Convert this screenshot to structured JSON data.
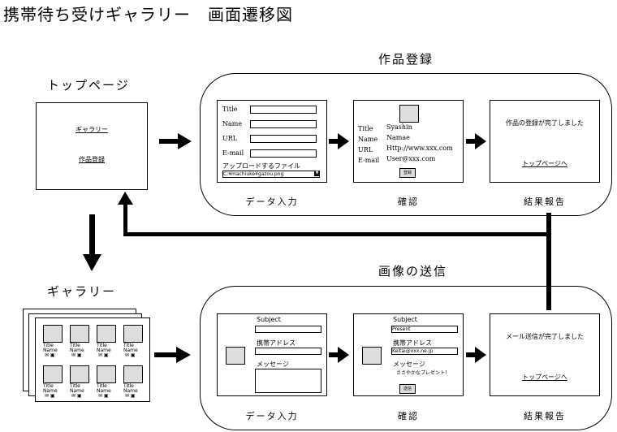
{
  "title": "携帯待ち受けギャラリー　画面遷移図",
  "top_page": {
    "label": "トップページ",
    "gallery_link": "ギャラリー",
    "register_link": "作品登録"
  },
  "gallery": {
    "label": "ギャラリー",
    "thumb_title": "Title",
    "thumb_name": "Name"
  },
  "register": {
    "label": "作品登録",
    "input": {
      "caption": "データ入力",
      "fields": [
        "Title",
        "Name",
        "URL",
        "E-mail"
      ],
      "upload_label": "アップロードするファイル",
      "upload_value": "C:¥machiuke¥gazou.png"
    },
    "confirm": {
      "caption": "確認",
      "labels": [
        "Title",
        "Name",
        "URL",
        "E-mail"
      ],
      "values": [
        "Syashin",
        "Namae",
        "Http://www.xxx.com",
        "User@xxx.com"
      ],
      "button": "登録"
    },
    "result": {
      "caption": "結果報告",
      "message": "作品の登録が完了しました",
      "link": "トップページへ"
    }
  },
  "send": {
    "label": "画像の送信",
    "input": {
      "caption": "データ入力",
      "subject_label": "Subject",
      "address_label": "携帯アドレス",
      "message_label": "メッセージ"
    },
    "confirm": {
      "caption": "確認",
      "subject_label": "Subject",
      "subject_value": "Present",
      "address_label": "携帯アドレス",
      "address_value": "Keitai@xxx.ne.jp",
      "message_label": "メッセージ",
      "message_value": "ささやかなプレゼント！",
      "button": "送信"
    },
    "result": {
      "caption": "結果報告",
      "message": "メール送信が完了しました",
      "link": "トップページへ"
    }
  }
}
